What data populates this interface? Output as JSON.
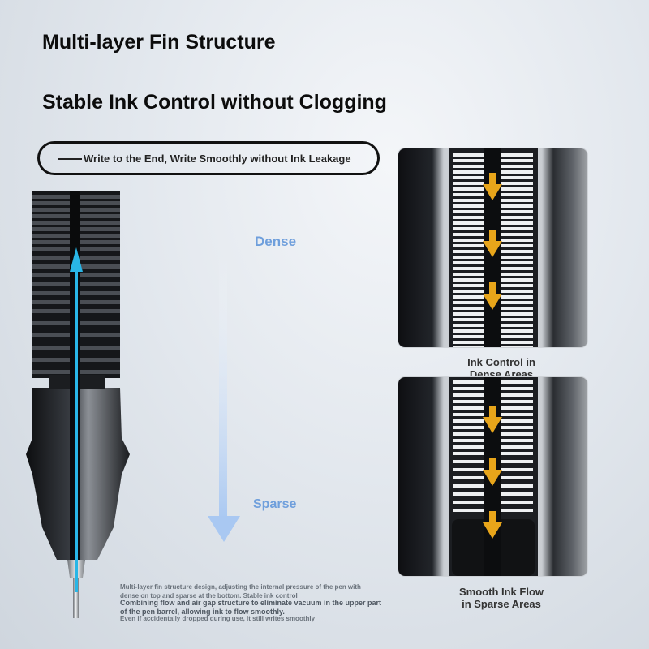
{
  "headings": {
    "title": "Multi-layer Fin Structure",
    "subtitle": "Stable Ink Control without Clogging",
    "banner": "Write to the End, Write Smoothly without Ink Leakage"
  },
  "labels": {
    "dense": "Dense",
    "sparse": "Sparse"
  },
  "panels": [
    {
      "caption_line1": "Ink Control in",
      "caption_line2": "Dense Areas"
    },
    {
      "caption_line1": "Smooth Ink Flow",
      "caption_line2": "in Sparse Areas"
    }
  ],
  "notes": {
    "line1": "Multi-layer fin structure design, adjusting the internal pressure of the pen with dense on top and sparse at the bottom. Stable ink control",
    "line2": "Combining flow and air gap structure to eliminate vacuum in the upper part of the pen barrel, allowing ink to flow smoothly.",
    "line3": "Even if accidentally dropped during use, it still writes smoothly"
  },
  "colors": {
    "accent_blue": "#6f9fdc",
    "ink_arrow": "#e8a51a",
    "flow_arrow": "#29b6e6"
  }
}
